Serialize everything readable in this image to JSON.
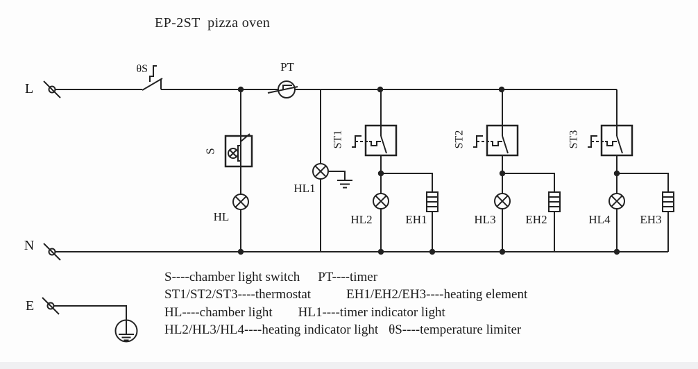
{
  "title": "EP-2ST  pizza oven",
  "colors": {
    "line": "#222222",
    "text": "#1b1b1b",
    "background": "#fdfdfd",
    "bottom_bar": "#f0f0f2"
  },
  "rails": {
    "live": "L",
    "neutral": "N",
    "earth": "E"
  },
  "components": {
    "temperature_limiter": "θS",
    "timer": "PT",
    "chamber_light_switch": "S",
    "chamber_light": "HL",
    "timer_indicator_light": "HL1",
    "thermostat_1": "ST1",
    "thermostat_2": "ST2",
    "thermostat_3": "ST3",
    "heating_indicator_1": "HL2",
    "heating_indicator_2": "HL3",
    "heating_indicator_3": "HL4",
    "heating_element_1": "EH1",
    "heating_element_2": "EH2",
    "heating_element_3": "EH3"
  },
  "legend": {
    "lines": [
      {
        "left": "S----chamber light switch",
        "right": "PT----timer"
      },
      {
        "left": "ST1/ST2/ST3----thermostat",
        "right": "EH1/EH2/EH3----heating element"
      },
      {
        "left": "HL----chamber light",
        "right": "HL1----timer indicator light"
      },
      {
        "left": "HL2/HL3/HL4----heating indicator light",
        "right": "θS----temperature limiter"
      }
    ]
  }
}
